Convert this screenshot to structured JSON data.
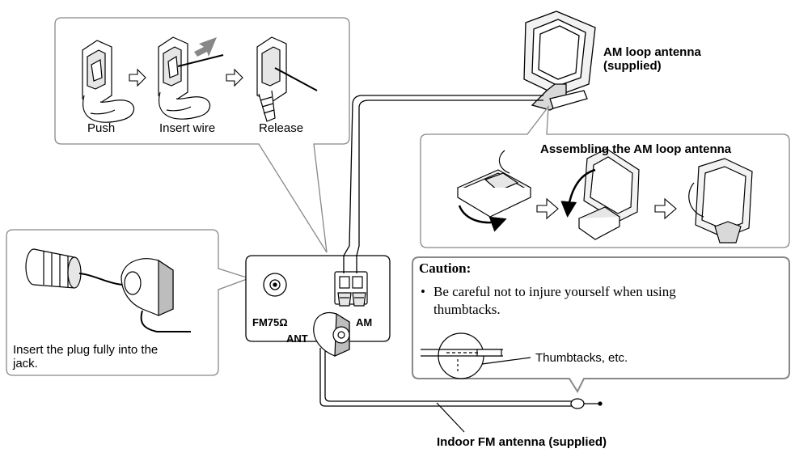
{
  "wire_steps": {
    "push": "Push",
    "insert_wire": "Insert wire",
    "release": "Release"
  },
  "am_antenna": {
    "title_line1": "AM loop antenna",
    "title_line2": "(supplied)"
  },
  "assembling": {
    "title": "Assembling the AM loop antenna"
  },
  "plug_instruction": {
    "line1": "Insert the plug fully into the",
    "line2": "jack."
  },
  "panel": {
    "fm_label": "FM75Ω",
    "ant_label": "ANT",
    "am_label": "AM"
  },
  "caution": {
    "title": "Caution:",
    "bullet": "•",
    "text_line1": "Be careful not to injure yourself when using",
    "text_line2": "thumbtacks.",
    "thumbtacks_label": "Thumbtacks, etc."
  },
  "fm_antenna": {
    "label": "Indoor FM antenna (supplied)"
  },
  "colors": {
    "frame_stroke": "#888888",
    "line": "#000000",
    "fill_light": "#f2f2f2",
    "fill_gray": "#bdbdbd",
    "arrow_gray": "#888888"
  }
}
